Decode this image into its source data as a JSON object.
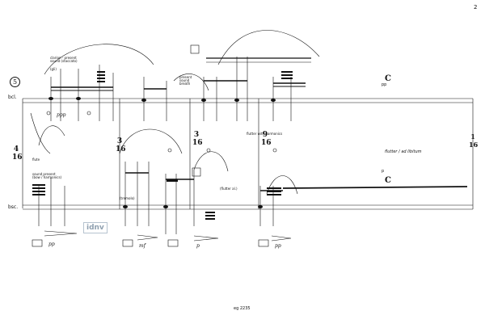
{
  "page": {
    "page_number": "2",
    "footer_code": "eg 2235",
    "watermark": "idnv"
  },
  "rehearsal_mark": "5",
  "staves": {
    "upper_label": "bcl.",
    "lower_label": "bsc."
  },
  "time_signatures": [
    {
      "num": "4",
      "den": "16"
    },
    {
      "num": "3",
      "den": "16"
    },
    {
      "num": "3",
      "den": "16"
    },
    {
      "num": "9",
      "den": "16"
    },
    {
      "num": "1",
      "den": "16"
    }
  ],
  "text_annotations": {
    "upper_left_technique": "clarion - present\nsound (staccato)",
    "upper_left_small": "(gli)",
    "mid_technique": "present\nsound\nbreath",
    "upper_dyn": "ppp",
    "right_upper_dyn": "pp",
    "right_technique": "flutter / ad libitum",
    "right_lower_dyn": "p",
    "lower_left_technique": "sound present\n(bow / harmonics)",
    "lower_left_label": "flute",
    "lower_mid_label": "(flutter al.)",
    "lower_marker": "(tremolo)",
    "upper_mid_small": "flutter with harmonics"
  },
  "dynamics_below": [
    "pp",
    "mf",
    "p",
    "pp"
  ]
}
